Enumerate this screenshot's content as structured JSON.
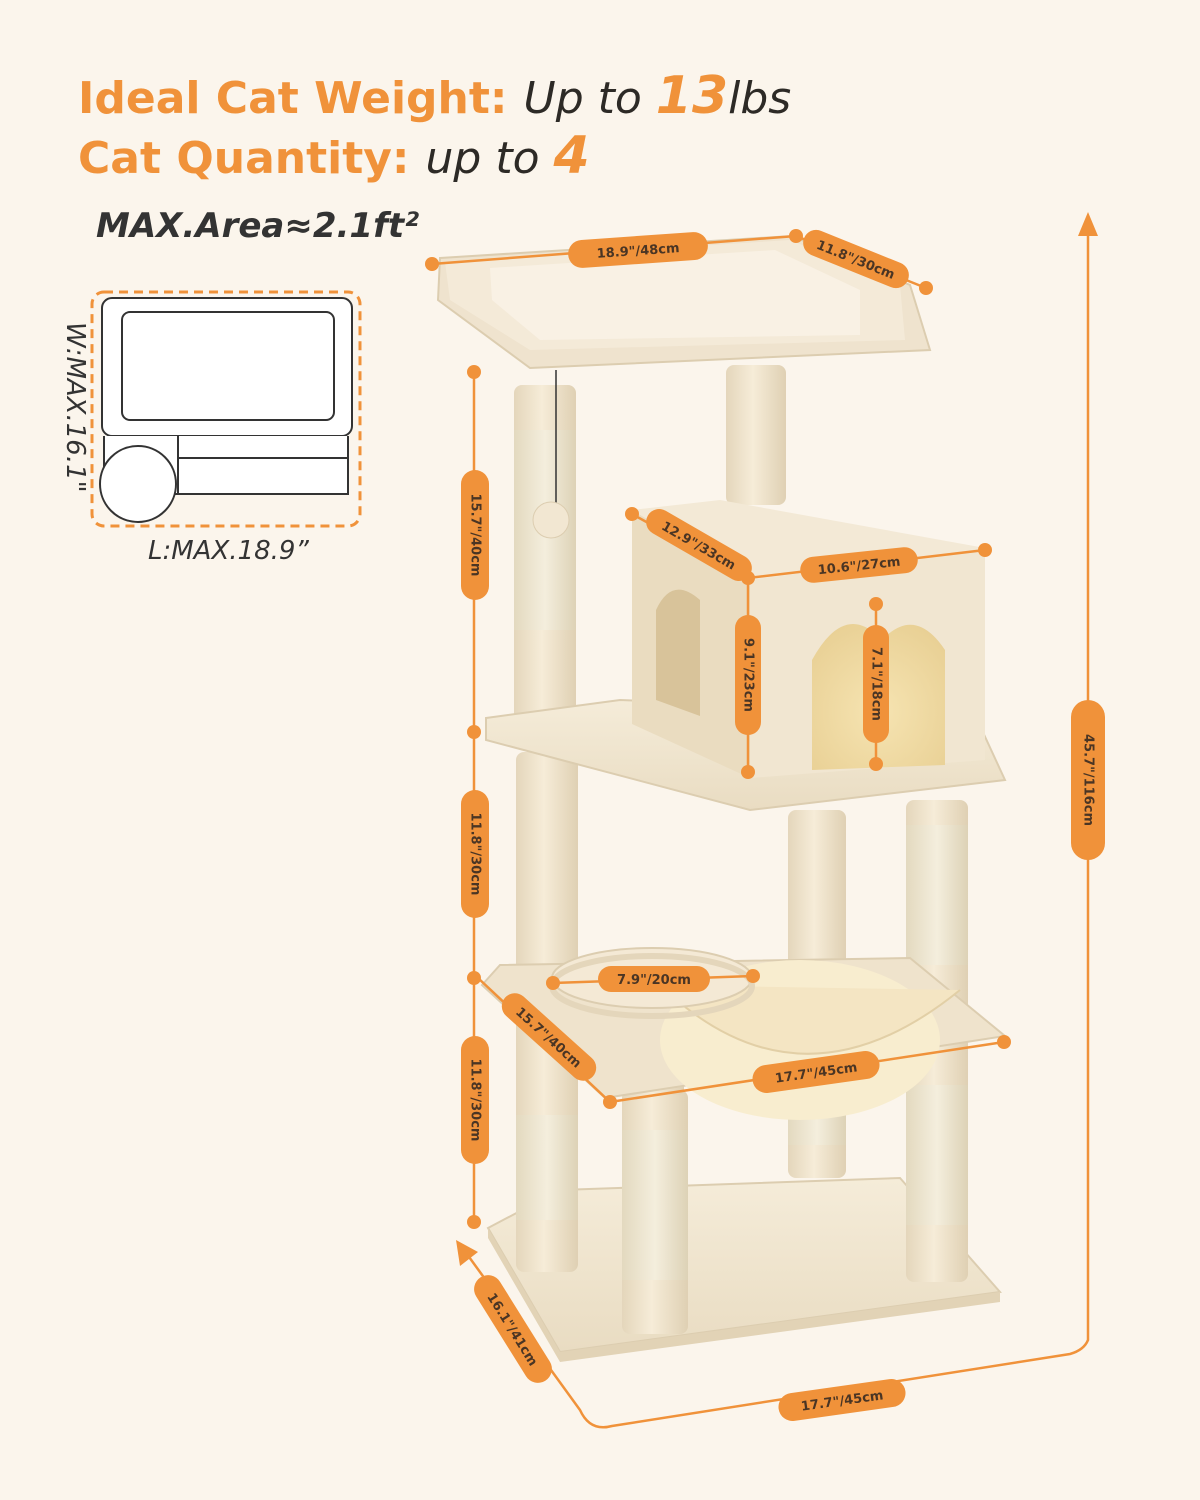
{
  "headline": {
    "weight_label": "Ideal Cat Weight:",
    "weight_prefix": "Up to",
    "weight_number": "13",
    "weight_unit": "lbs",
    "quantity_label": "Cat Quantity:",
    "quantity_prefix": "up to",
    "quantity_number": "4"
  },
  "area": {
    "title": "MAX.Area≈2.1ft²",
    "width_label": "W:MAX.16.1\"",
    "length_label": "L:MAX.18.9”"
  },
  "dimensions": {
    "top_perch_width": "18.9\"/48cm",
    "top_perch_depth": "11.8\"/30cm",
    "post_upper": "15.7\"/40cm",
    "condo_depth": "12.9\"/33cm",
    "condo_width": "10.6\"/27cm",
    "condo_height": "9.1\"/23cm",
    "condo_door": "7.1\"/18cm",
    "post_middle": "11.8\"/30cm",
    "round_perch": "7.9\"/20cm",
    "hammock_depth": "15.7\"/40cm",
    "hammock_width": "17.7\"/45cm",
    "post_lower": "11.8\"/30cm",
    "total_height": "45.7\"/116cm",
    "base_depth": "16.1\"/41cm",
    "base_width": "17.7\"/45cm"
  },
  "colors": {
    "accent": "#f0923a",
    "plush": "#f3e8d2",
    "sisal": "#ece2c8",
    "background": "#fbf5ec"
  }
}
